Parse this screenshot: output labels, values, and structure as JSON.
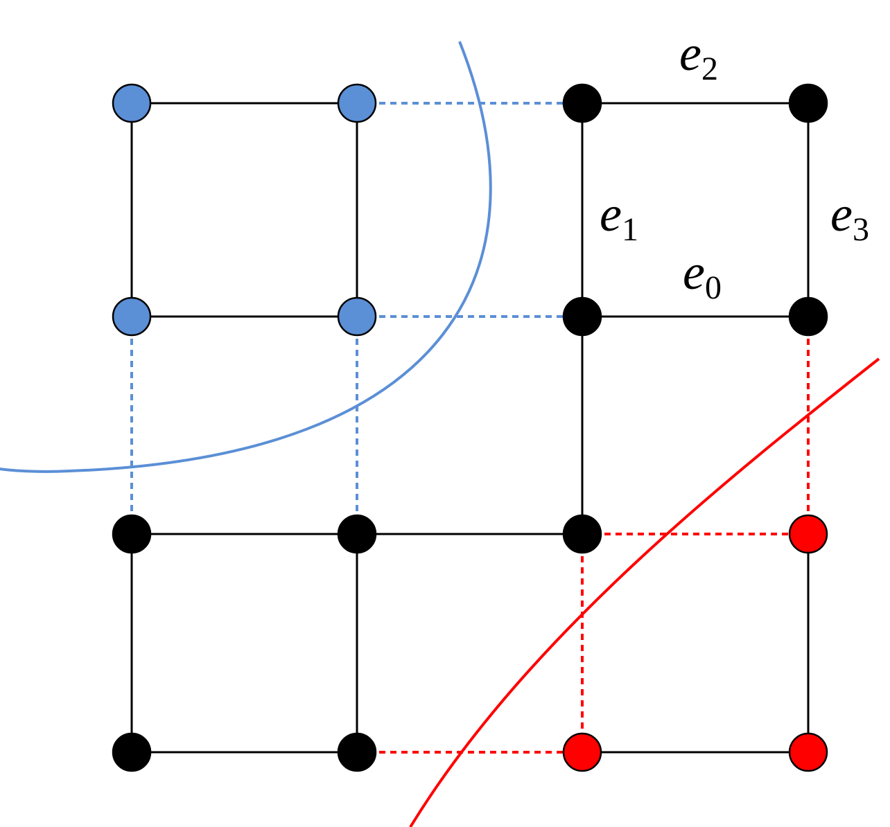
{
  "colors": {
    "blue": "#5b8fd6",
    "red": "#ff0000",
    "black": "#000000"
  },
  "nodes": [
    {
      "id": "n00",
      "col": 0,
      "row": 0,
      "state": "blue"
    },
    {
      "id": "n10",
      "col": 1,
      "row": 0,
      "state": "blue"
    },
    {
      "id": "n20",
      "col": 2,
      "row": 0,
      "state": "black"
    },
    {
      "id": "n30",
      "col": 3,
      "row": 0,
      "state": "black"
    },
    {
      "id": "n01",
      "col": 0,
      "row": 1,
      "state": "blue"
    },
    {
      "id": "n11",
      "col": 1,
      "row": 1,
      "state": "blue"
    },
    {
      "id": "n21",
      "col": 2,
      "row": 1,
      "state": "black"
    },
    {
      "id": "n31",
      "col": 3,
      "row": 1,
      "state": "black"
    },
    {
      "id": "n02",
      "col": 0,
      "row": 2,
      "state": "black"
    },
    {
      "id": "n12",
      "col": 1,
      "row": 2,
      "state": "black"
    },
    {
      "id": "n22",
      "col": 2,
      "row": 2,
      "state": "black"
    },
    {
      "id": "n32",
      "col": 3,
      "row": 2,
      "state": "red"
    },
    {
      "id": "n03",
      "col": 0,
      "row": 3,
      "state": "black"
    },
    {
      "id": "n13",
      "col": 1,
      "row": 3,
      "state": "black"
    },
    {
      "id": "n23",
      "col": 2,
      "row": 3,
      "state": "red"
    },
    {
      "id": "n33",
      "col": 3,
      "row": 3,
      "state": "red"
    }
  ],
  "edges": [
    {
      "from": "n00",
      "to": "n10",
      "style": "solid"
    },
    {
      "from": "n00",
      "to": "n01",
      "style": "solid"
    },
    {
      "from": "n10",
      "to": "n11",
      "style": "solid"
    },
    {
      "from": "n01",
      "to": "n11",
      "style": "solid"
    },
    {
      "from": "n10",
      "to": "n20",
      "style": "dashed-blue"
    },
    {
      "from": "n11",
      "to": "n21",
      "style": "dashed-blue"
    },
    {
      "from": "n01",
      "to": "n02",
      "style": "dashed-blue"
    },
    {
      "from": "n11",
      "to": "n12",
      "style": "dashed-blue"
    },
    {
      "from": "n20",
      "to": "n30",
      "style": "solid",
      "label": "e",
      "sub": "2"
    },
    {
      "from": "n20",
      "to": "n21",
      "style": "solid",
      "label": "e",
      "sub": "1"
    },
    {
      "from": "n30",
      "to": "n31",
      "style": "solid",
      "label": "e",
      "sub": "3"
    },
    {
      "from": "n21",
      "to": "n31",
      "style": "solid",
      "label": "e",
      "sub": "0"
    },
    {
      "from": "n21",
      "to": "n22",
      "style": "solid"
    },
    {
      "from": "n31",
      "to": "n32",
      "style": "dashed-red"
    },
    {
      "from": "n02",
      "to": "n12",
      "style": "solid"
    },
    {
      "from": "n12",
      "to": "n22",
      "style": "solid"
    },
    {
      "from": "n22",
      "to": "n32",
      "style": "dashed-red"
    },
    {
      "from": "n02",
      "to": "n03",
      "style": "solid"
    },
    {
      "from": "n12",
      "to": "n13",
      "style": "solid"
    },
    {
      "from": "n22",
      "to": "n23",
      "style": "dashed-red"
    },
    {
      "from": "n32",
      "to": "n33",
      "style": "solid"
    },
    {
      "from": "n03",
      "to": "n13",
      "style": "solid"
    },
    {
      "from": "n13",
      "to": "n23",
      "style": "dashed-red"
    },
    {
      "from": "n23",
      "to": "n33",
      "style": "solid"
    }
  ],
  "curves": [
    {
      "name": "blue-boundary-curve",
      "color": "blue"
    },
    {
      "name": "red-boundary-curve",
      "color": "red"
    }
  ]
}
